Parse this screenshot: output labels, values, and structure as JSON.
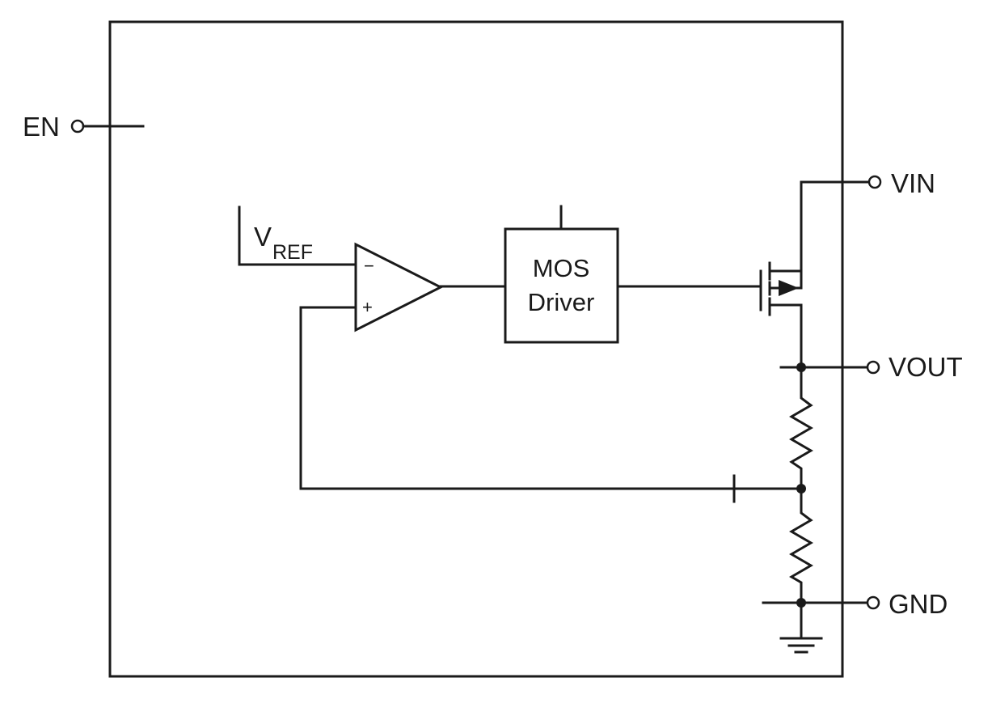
{
  "pins": {
    "en": "EN",
    "vin": "VIN",
    "vout": "VOUT",
    "gnd": "GND"
  },
  "reference": {
    "main": "V",
    "subscript": "REF"
  },
  "driver": {
    "line1": "MOS",
    "line2": "Driver"
  },
  "opamp": {
    "minus": "−",
    "plus": "+"
  },
  "colors": {
    "line": "#1a1a1a",
    "background": "#ffffff"
  }
}
